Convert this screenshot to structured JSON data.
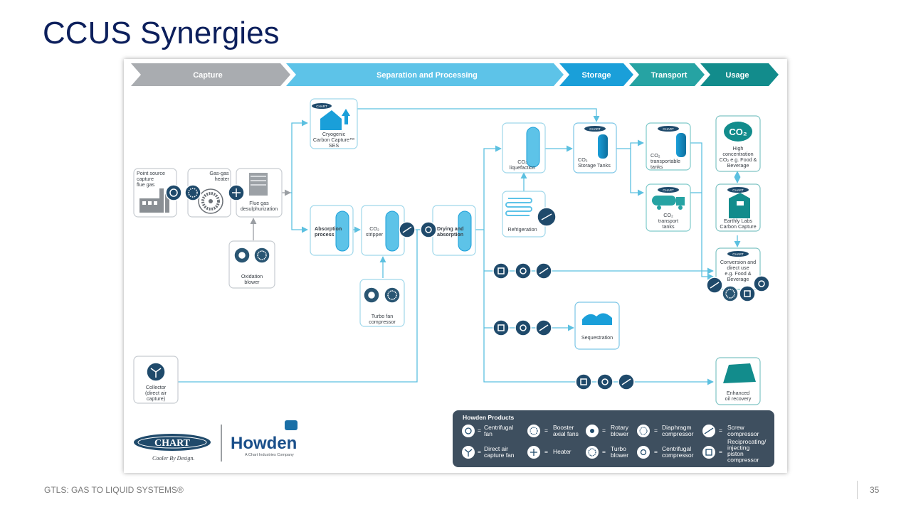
{
  "slide": {
    "title": "CCUS Synergies",
    "footer": "GTLS: GAS TO LIQUID SYSTEMS®",
    "page_number": "35"
  },
  "stages": [
    {
      "label": "Capture",
      "color": "#a9acb0"
    },
    {
      "label": "Separation and Processing",
      "color": "#5dc3e8"
    },
    {
      "label": "Storage",
      "color": "#1a9fd9"
    },
    {
      "label": "Transport",
      "color": "#26a3a3"
    },
    {
      "label": "Usage",
      "color": "#128c8c"
    }
  ],
  "nodes": {
    "point_source": [
      "Point source",
      "capture",
      "flue gas"
    ],
    "gas_heater": [
      "Gas-gas",
      "heater"
    ],
    "flue_gas_desulph": [
      "Flue gas",
      "desulphurization"
    ],
    "oxidation_blower": [
      "Oxidation",
      "blower"
    ],
    "cryogenic": [
      "Cryogenic",
      "Carbon Capture™",
      "SES"
    ],
    "absorption": [
      "Absorption",
      "process"
    ],
    "co2_stripper": [
      "CO₂",
      "stripper"
    ],
    "turbo_fan": [
      "Turbo fan",
      "compressor"
    ],
    "drying": [
      "Drying and",
      "absorption"
    ],
    "liquefaction": [
      "CO₂",
      "liquefaction"
    ],
    "refrigeration": [
      "Refrigeration"
    ],
    "storage_tanks": [
      "CO₂",
      "Storage Tanks"
    ],
    "transportable_tanks": [
      "CO₂",
      "transportable",
      "tanks"
    ],
    "transport_tanks": [
      "CO₂",
      "transport",
      "tanks"
    ],
    "high_conc": [
      "High",
      "concentration",
      "CO₂ e.g. Food &",
      "Beverage"
    ],
    "earthly": [
      "Earthly Labs",
      "Carbon Capture"
    ],
    "conversion": [
      "Conversion and",
      "direct use",
      "e.g. Food &",
      "Beverage"
    ],
    "sequestration": [
      "Sequestration"
    ],
    "collector": [
      "Collector",
      "(direct air",
      "capture)"
    ],
    "enhanced_oil": [
      "Enhanced",
      "oil recovery"
    ]
  },
  "brand": {
    "chart_badge": "CHART",
    "chart_logo": "CHART",
    "chart_tagline": "Cooler By Design.",
    "howden_logo": "Howden",
    "howden_tagline": "A Chart Industries Company",
    "co2_icon": "CO₂"
  },
  "legend": {
    "title": "Howden Products",
    "items": [
      {
        "icon": "centrifugal-fan-icon",
        "label": [
          "Centrifugal",
          "fan"
        ]
      },
      {
        "icon": "booster-axial-fan-icon",
        "label": [
          "Booster",
          "axial fans"
        ]
      },
      {
        "icon": "rotary-blower-icon",
        "label": [
          "Rotary",
          "blower"
        ]
      },
      {
        "icon": "diaphragm-compressor-icon",
        "label": [
          "Diaphragm",
          "compressor"
        ]
      },
      {
        "icon": "screw-compressor-icon",
        "label": [
          "Screw",
          "compressor"
        ]
      },
      {
        "icon": "direct-air-capture-fan-icon",
        "label": [
          "Direct air",
          "capture fan"
        ]
      },
      {
        "icon": "heater-icon",
        "label": [
          "Heater"
        ]
      },
      {
        "icon": "turbo-blower-icon",
        "label": [
          "Turbo",
          "blower"
        ]
      },
      {
        "icon": "centrifugal-compressor-icon",
        "label": [
          "Centrifugal",
          "compressor"
        ]
      },
      {
        "icon": "reciprocating-piston-compressor-icon",
        "label": [
          "Reciprocating/",
          "injecting",
          "piston",
          "compressor"
        ]
      }
    ]
  },
  "colors": {
    "title": "#0c1f5c",
    "teal_dark": "#1f4a6b",
    "teal": "#2a8f95",
    "line": "#5cc0e0",
    "legend_bg": "#3e4f5f"
  }
}
